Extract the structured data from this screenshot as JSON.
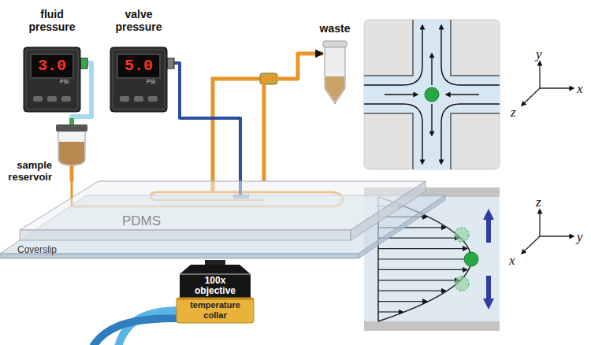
{
  "diagram": {
    "nodes": [
      {
        "text": [
          "fluid pressure",
          "3.0",
          "PSI"
        ]
      },
      {
        "text": [
          "valve pressure",
          "5.0",
          "PSI"
        ]
      },
      {
        "text": [
          "sample reservoir"
        ]
      },
      {
        "text": [
          "waste"
        ]
      },
      {
        "text": [
          "Coverslip"
        ]
      },
      {
        "text": [
          "PDMS"
        ]
      },
      {
        "text": [
          "100x objective"
        ]
      },
      {
        "text": [
          "temperature collar"
        ]
      }
    ],
    "edges": [
      {
        "from": 0,
        "to": 2,
        "arrow": "none"
      },
      {
        "from": 2,
        "to": 5,
        "arrow": "none"
      },
      {
        "from": 1,
        "to": 5,
        "arrow": "none"
      },
      {
        "from": 5,
        "to": 3,
        "arrow": "to"
      }
    ],
    "labels": [
      "y",
      "x",
      "z",
      "z",
      "y",
      "x"
    ]
  }
}
